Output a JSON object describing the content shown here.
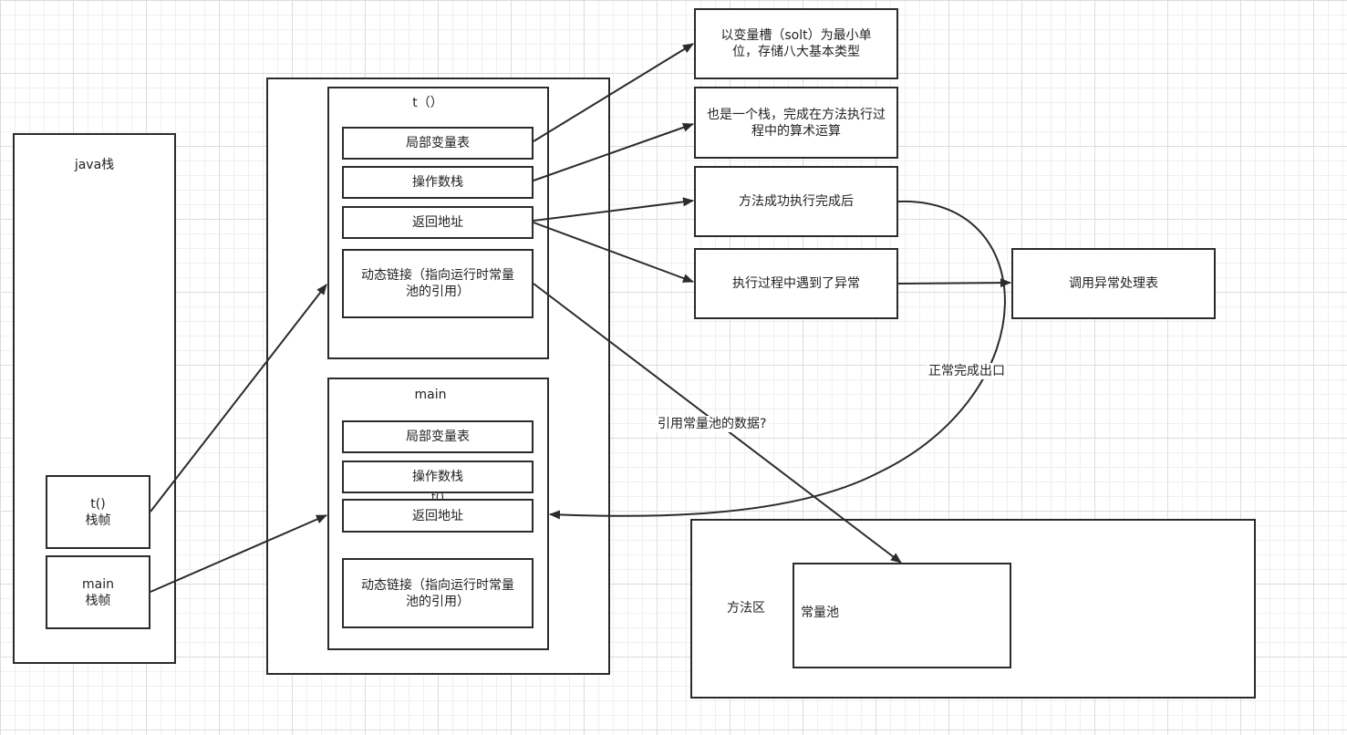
{
  "java_stack": {
    "title": "java栈",
    "frames": [
      {
        "name": "t()",
        "suffix": "栈帧"
      },
      {
        "name": "main",
        "suffix": "栈帧"
      }
    ]
  },
  "frame_t": {
    "title": "t（）",
    "local_vars": "局部变量表",
    "operand_stack": "操作数栈",
    "return_addr": "返回地址",
    "dynamic_link": "动态链接（指向运行时常量池的引用）"
  },
  "frame_main": {
    "title": "main",
    "local_vars": "局部变量表",
    "operand_stack": "操作数栈",
    "overlap_text": "t()",
    "return_addr": "返回地址",
    "dynamic_link": "动态链接（指向运行时常量池的引用）"
  },
  "notes": {
    "slot": "以变量槽（solt）为最小单位，存储八大基本类型",
    "operand": "也是一个栈，完成在方法执行过程中的算术运算",
    "success": "方法成功执行完成后",
    "exception": "执行过程中遇到了异常",
    "exception_table": "调用异常处理表"
  },
  "edge_labels": {
    "normal_exit": "正常完成出口",
    "const_ref": "引用常量池的数据?"
  },
  "method_area": {
    "title": "方法区",
    "constant_pool": "常量池"
  },
  "colors": {
    "stroke": "#2b2b2b",
    "grid_major": "#dcdcdc",
    "grid_minor": "#f0f0f0"
  }
}
